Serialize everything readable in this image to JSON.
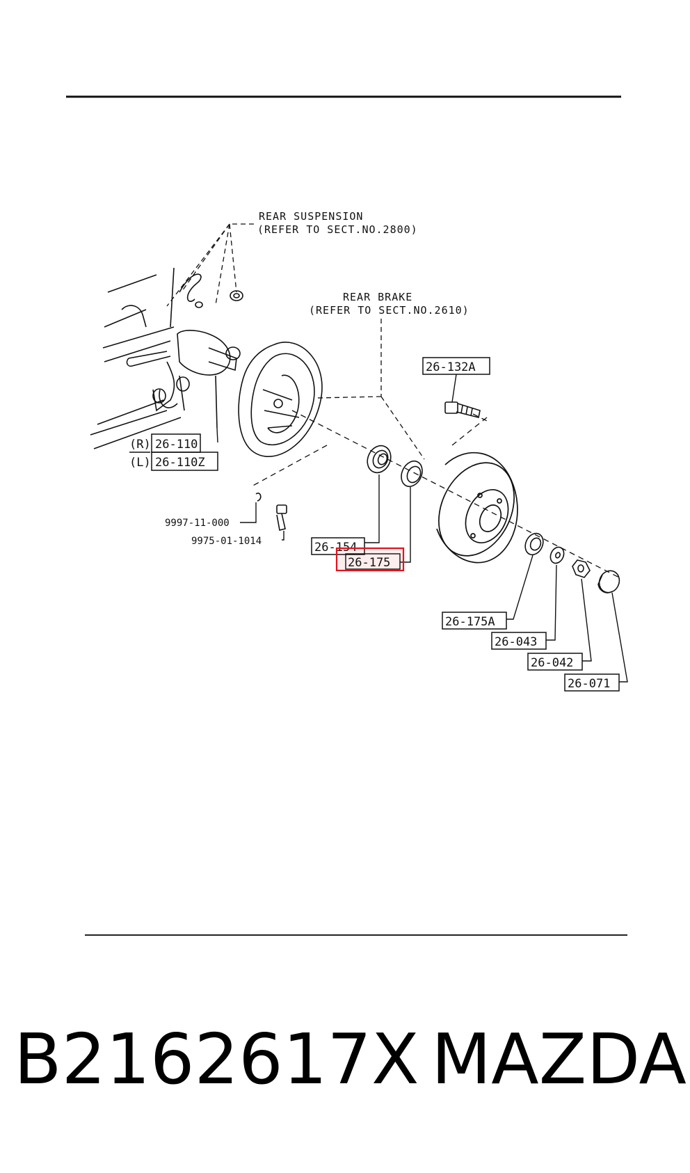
{
  "notes": {
    "rear_suspension_l1": "REAR SUSPENSION",
    "rear_suspension_l2": "(REFER TO SECT.NO.2800)",
    "rear_brake_l1": "REAR BRAKE",
    "rear_brake_l2": "(REFER TO SECT.NO.2610)"
  },
  "labels": {
    "p26_132A": "26-132A",
    "side_r": "(R)",
    "side_l": "(L)",
    "p26_110": "26-110",
    "p26_110Z": "26-110Z",
    "p9997": "9997-11-000",
    "p9975": "9975-01-1014",
    "p26_154": "26-154",
    "p26_175": "26-175",
    "p26_175A": "26-175A",
    "p26_043": "26-043",
    "p26_042": "26-042",
    "p26_071": "26-071"
  },
  "highlight": {
    "part": "26-175",
    "color": "#e0141e"
  },
  "caption": {
    "part_number": "B2162617X",
    "brand": "MAZDA"
  }
}
